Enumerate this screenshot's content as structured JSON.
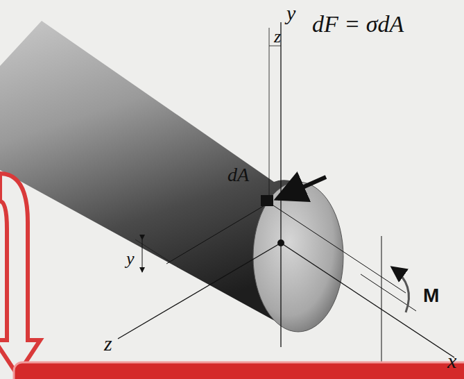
{
  "diagram": {
    "labels": [
      "y",
      "z",
      "dF = σdA",
      "dA",
      "y",
      "z",
      "M",
      "x"
    ]
  }
}
